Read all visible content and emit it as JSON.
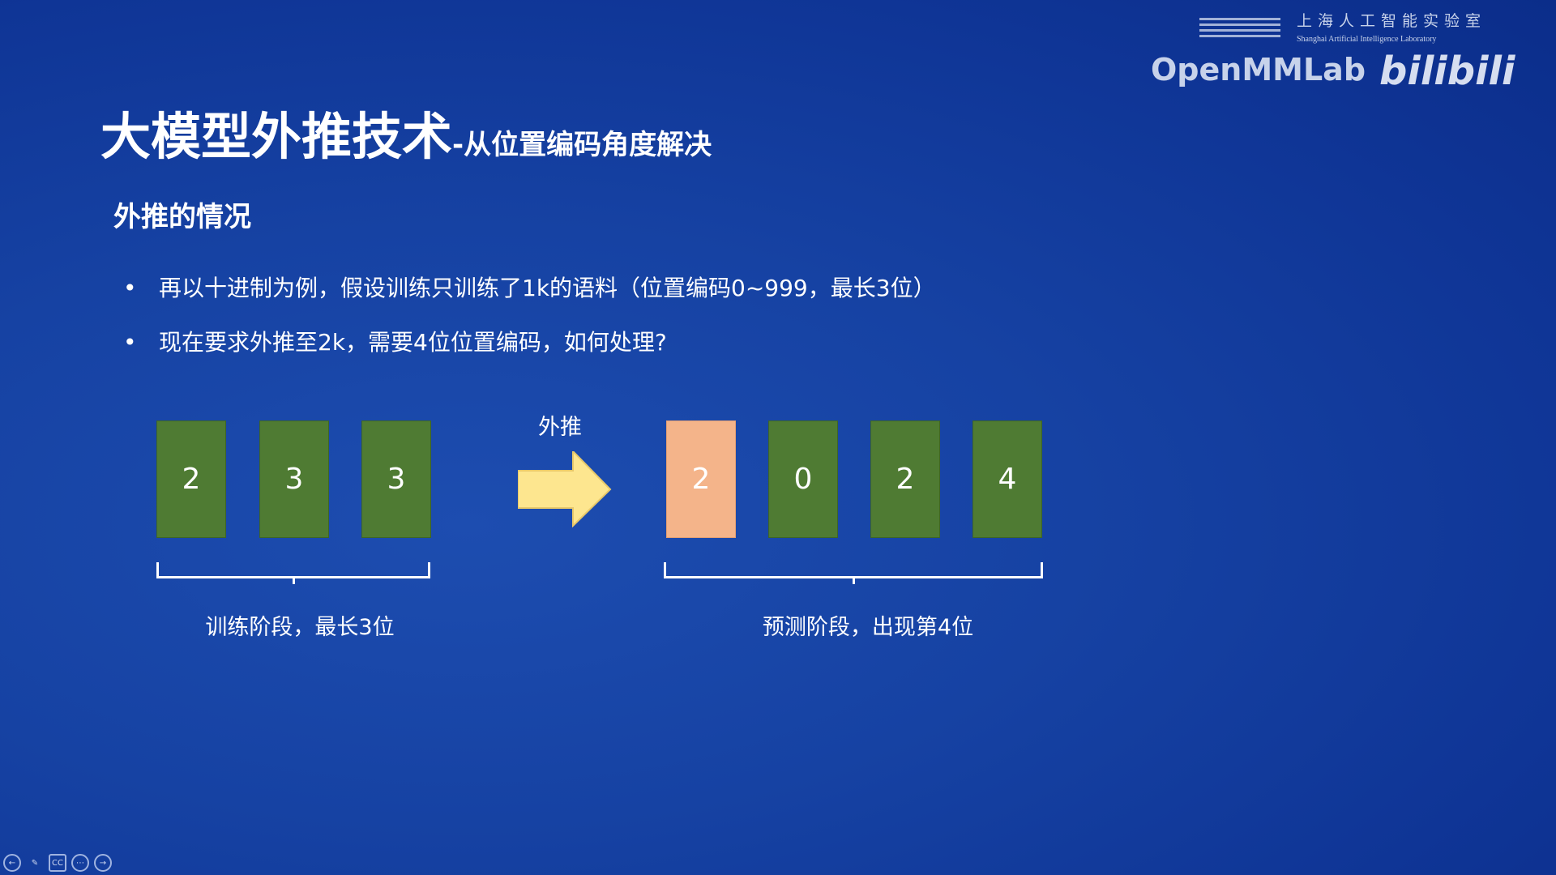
{
  "logo": {
    "lab_cn": "上海人工智能实验室",
    "lab_en": "Shanghai Artificial Intelligence Laboratory",
    "brand": "OpenMMLab",
    "watermark": "bilibili"
  },
  "title": {
    "main": "大模型外推技术",
    "sub": "-从位置编码角度解决"
  },
  "section": "外推的情况",
  "bullets": [
    "再以十进制为例，假设训练只训练了1k的语料（位置编码0~999，最长3位）",
    "现在要求外推至2k，需要4位位置编码，如何处理?"
  ],
  "diagram": {
    "train_digits": [
      "2",
      "3",
      "3"
    ],
    "predict_digits": [
      "2",
      "0",
      "2",
      "4"
    ],
    "arrow_label": "外推",
    "train_label": "训练阶段，最长3位",
    "predict_label": "预测阶段，出现第4位",
    "colors": {
      "digit": "#4f7b33",
      "new_digit": "#f4b48a",
      "arrow": "#fde68f"
    }
  },
  "toolbar": {
    "icons": [
      "prev-icon",
      "pen-icon",
      "cc-icon",
      "more-icon",
      "next-icon"
    ],
    "cc": "CC"
  }
}
